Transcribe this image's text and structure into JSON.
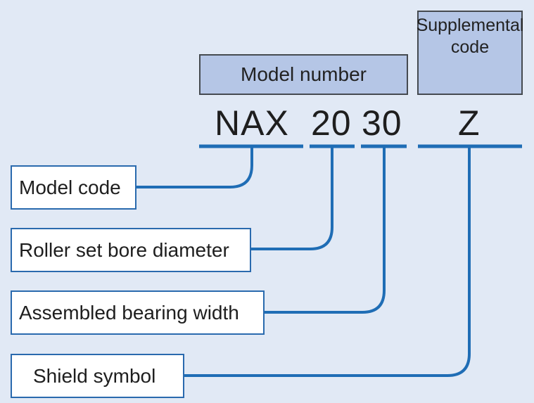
{
  "header": {
    "model_number": "Model number",
    "supplemental_line1": "Supplemental",
    "supplemental_line2": "code"
  },
  "code": {
    "model": "NAX",
    "bore": "20",
    "width": "30",
    "suffix": "Z"
  },
  "labels": {
    "model_code": "Model code",
    "bore_diameter": "Roller set bore diameter",
    "bearing_width": "Assembled bearing width",
    "shield_symbol": "Shield symbol"
  },
  "colors": {
    "background": "#e1e9f5",
    "header_fill": "#b5c6e6",
    "connector_blue": "#1f6db5"
  }
}
